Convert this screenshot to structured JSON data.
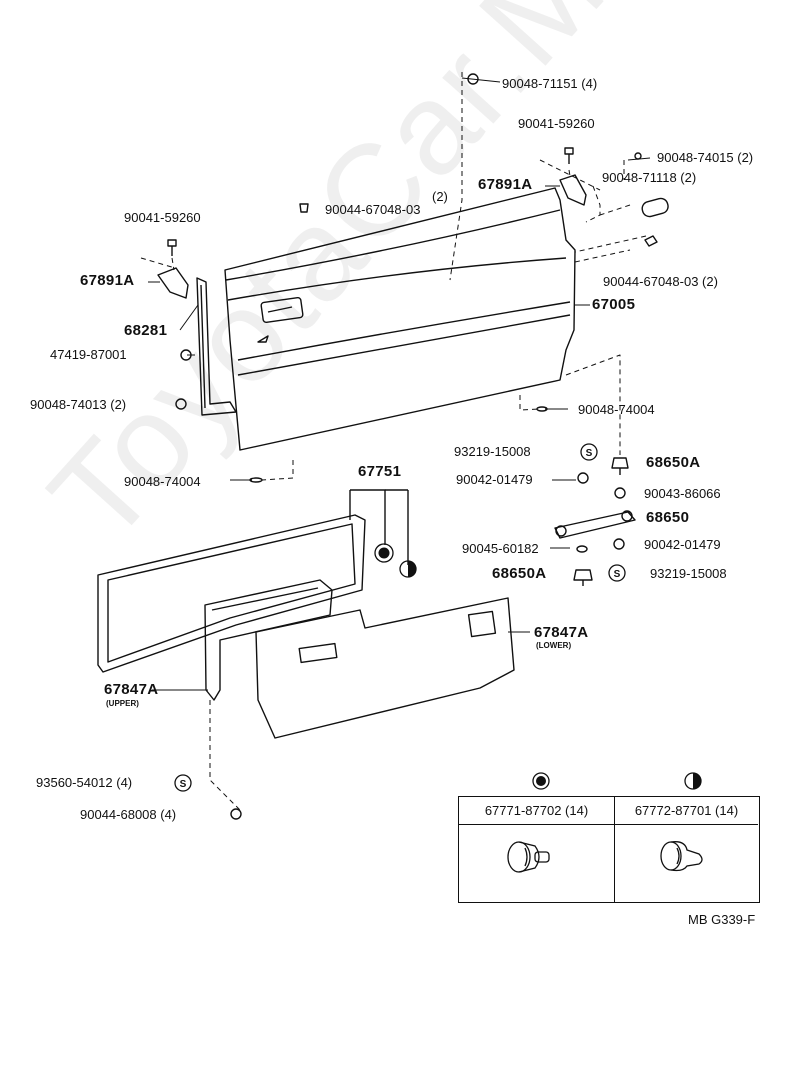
{
  "watermark": "ToyotaCar.Mini.ru",
  "diagram_code": "MB G339-F",
  "callouts": {
    "p_90048_71151": "90048-71151 (4)",
    "p_90041_59260_top": "90041-59260",
    "p_90048_74015": "90048-74015 (2)",
    "p_67891A_right": "67891A",
    "p_90048_71118": "90048-71118 (2)",
    "p_90044_67048_top": "90044-67048-03",
    "p_90044_67048_top_qty": "(2)",
    "p_90041_59260_left": "90041-59260",
    "p_90044_67048_right": "90044-67048-03 (2)",
    "p_67891A_left": "67891A",
    "p_67005": "67005",
    "p_68281": "68281",
    "p_47419_87001": "47419-87001",
    "p_90048_74013": "90048-74013 (2)",
    "p_90048_74004_right": "90048-74004",
    "p_93219_15008_top": "93219-15008",
    "p_68650A_top": "68650A",
    "p_90042_01479_left": "90042-01479",
    "p_90043_86066": "90043-86066",
    "p_90048_74004_left": "90048-74004",
    "p_67751": "67751",
    "p_68650": "68650",
    "p_90045_60182": "90045-60182",
    "p_90042_01479_right": "90042-01479",
    "p_68650A_bottom": "68650A",
    "p_93219_15008_bottom": "93219-15008",
    "p_67847A_lower": "67847A",
    "p_67847A_lower_sub": "(LOWER)",
    "p_67847A_upper": "67847A",
    "p_67847A_upper_sub": "(UPPER)",
    "p_93560_54012": "93560-54012 (4)",
    "p_90044_68008": "90044-68008 (4)"
  },
  "legend": {
    "items": [
      {
        "symbol": "filled-circle",
        "part": "67771-87702 (14)"
      },
      {
        "symbol": "half-circle",
        "part": "67772-87701 (14)"
      }
    ]
  },
  "symbols": {
    "s_mark": "S"
  }
}
